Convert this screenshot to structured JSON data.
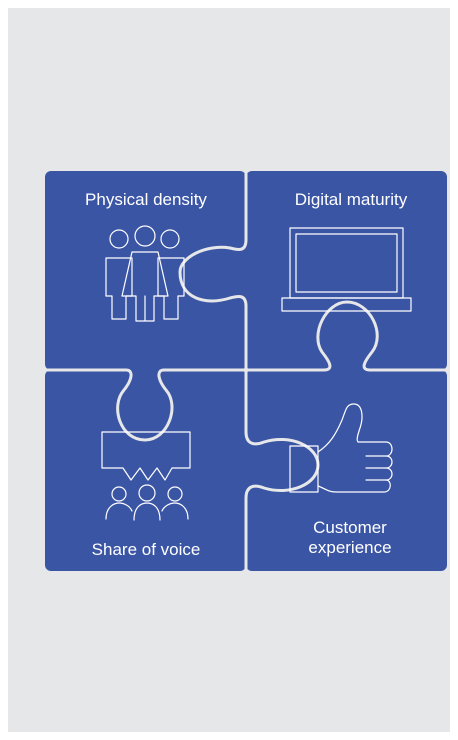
{
  "colors": {
    "background": "#e6e7e9",
    "piece_fill": "#3b55a5",
    "line": "#ffffff"
  },
  "pieces": [
    {
      "id": "top-left",
      "label": "Physical density",
      "icon": "people-group-icon"
    },
    {
      "id": "top-right",
      "label": "Digital maturity",
      "icon": "laptop-icon"
    },
    {
      "id": "bottom-left",
      "label": "Share of voice",
      "icon": "speech-bubble-people-icon"
    },
    {
      "id": "bottom-right",
      "label_lines": [
        "Customer",
        "experience"
      ],
      "icon": "thumbs-up-icon"
    }
  ]
}
